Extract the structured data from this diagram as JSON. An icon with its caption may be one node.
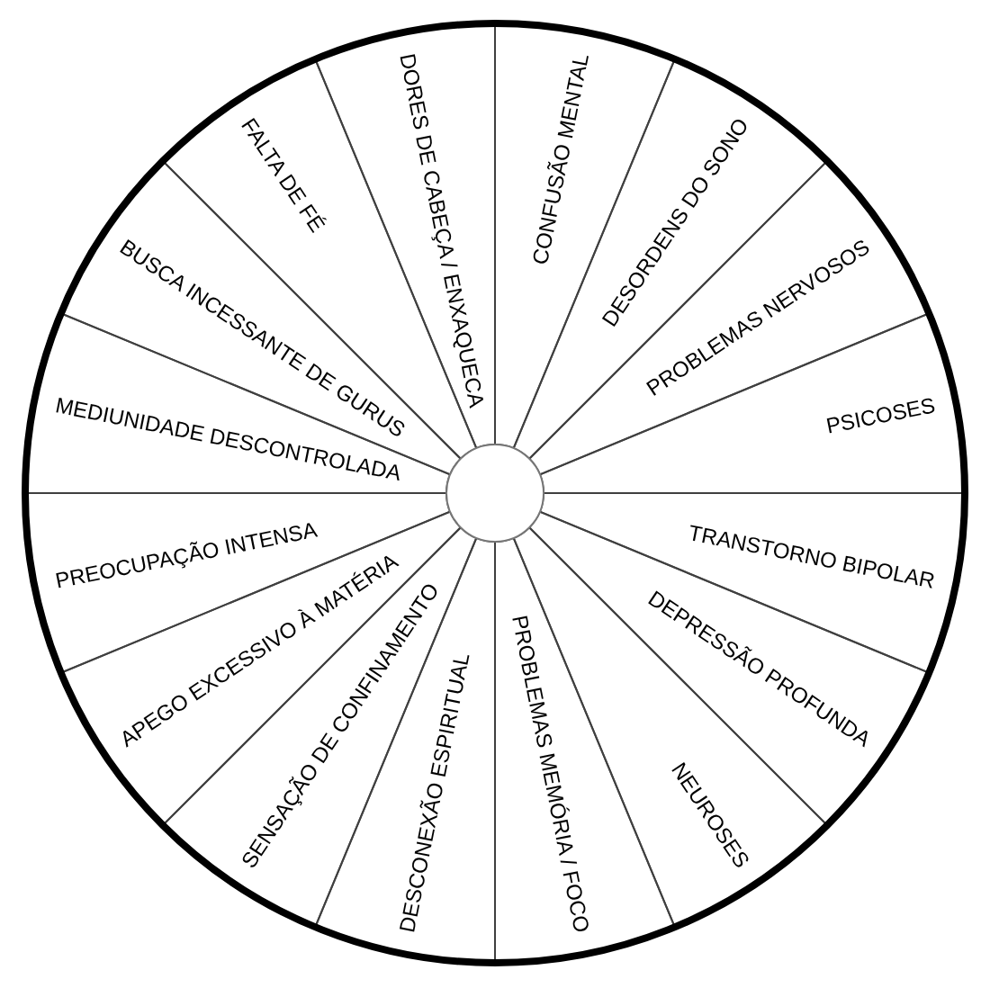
{
  "diagram": {
    "nodes": [
      {
        "text": [
          "CONFUSÃO MENTAL"
        ]
      },
      {
        "text": [
          "DESORDENS DO SONO"
        ]
      },
      {
        "text": [
          "PROBLEMAS NERVOSOS"
        ]
      },
      {
        "text": [
          "PSICOSES"
        ]
      },
      {
        "text": [
          "TRANSTORNO BIPOLAR"
        ]
      },
      {
        "text": [
          "DEPRESSÃO PROFUNDA"
        ]
      },
      {
        "text": [
          "NEUROSES"
        ]
      },
      {
        "text": [
          "PROBLEMAS MEMÓRIA / FOCO"
        ]
      },
      {
        "text": [
          "DESCONEXÃO ESPIRITUAL"
        ]
      },
      {
        "text": [
          "SENSAÇÃO DE CONFINAMENTO"
        ]
      },
      {
        "text": [
          "APEGO EXCESSIVO À MATÉRIA"
        ]
      },
      {
        "text": [
          "PREOCUPAÇÃO INTENSA"
        ]
      },
      {
        "text": [
          "MEDIUNIDADE DESCONTROLADA"
        ]
      },
      {
        "text": [
          "BUSCA INCESSANTE DE GURUS"
        ]
      },
      {
        "text": [
          "FALTA DE FÉ"
        ]
      },
      {
        "text": [
          "DORES DE CABEÇA / ENXAQUECA"
        ]
      }
    ]
  }
}
